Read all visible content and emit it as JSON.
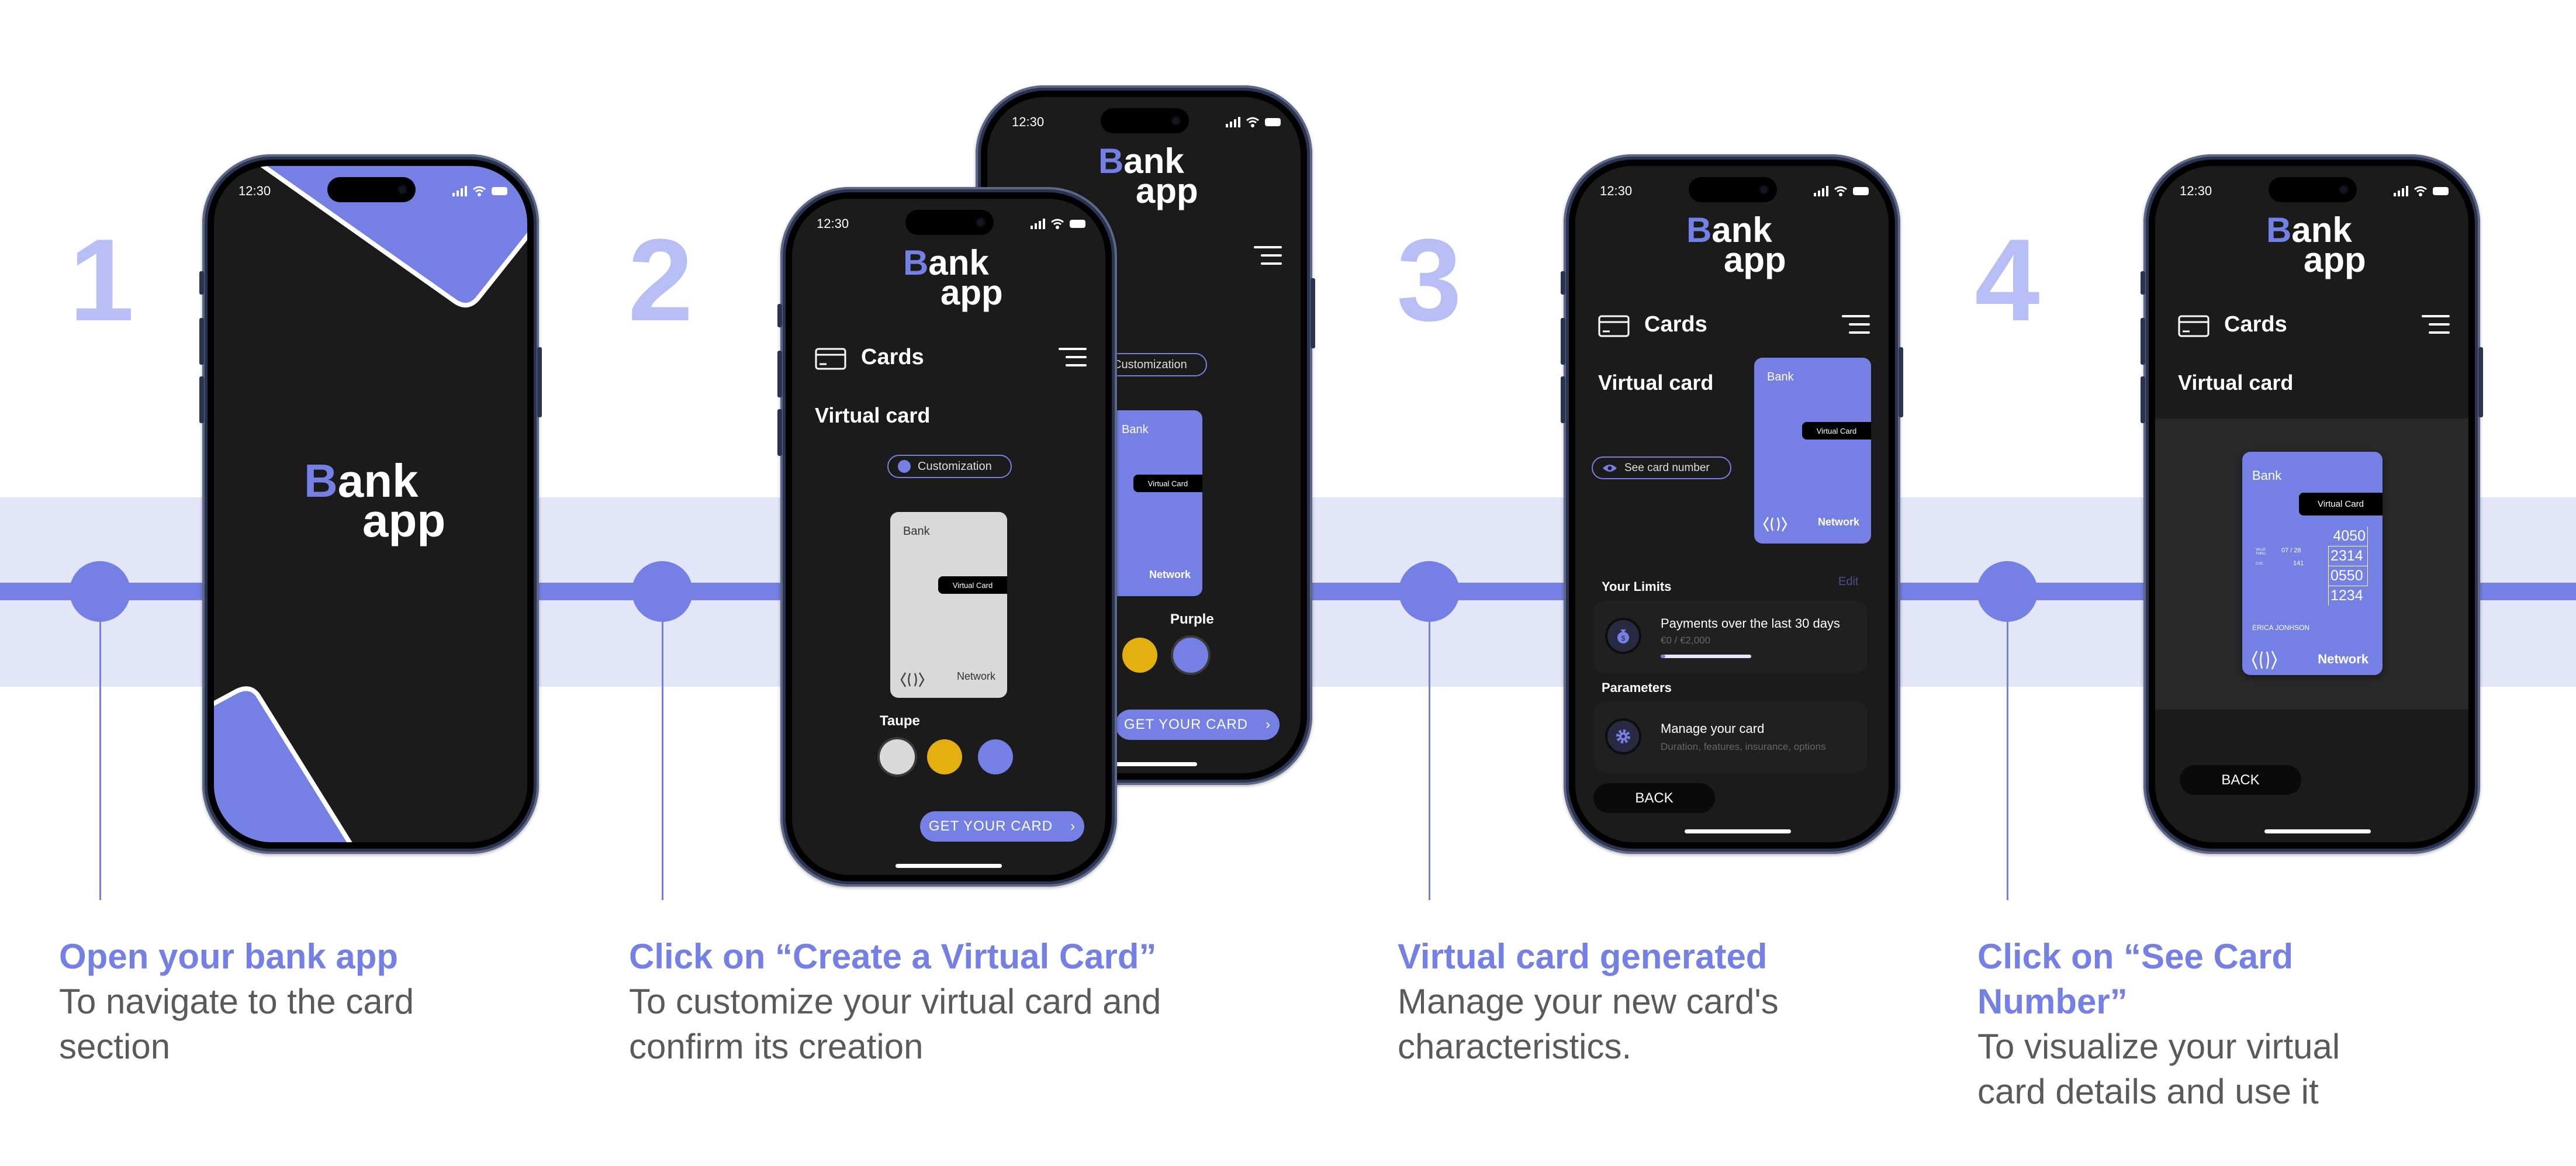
{
  "steps": [
    {
      "number": "1",
      "title": "Open your bank app",
      "description": "To navigate to the card section"
    },
    {
      "number": "2",
      "title": "Click on “Create a Virtual Card”",
      "description": "To customize your virtual card and confirm its creation"
    },
    {
      "number": "3",
      "title": "Virtual card generated",
      "description": "Manage your new card's characteristics."
    },
    {
      "number": "4",
      "title": "Click on “See Card Number”",
      "description": "To visualize your virtual card details and use it"
    }
  ],
  "colors": {
    "accent": "#7480e4",
    "band": "#e3e5f8",
    "screen": "#1b1b1b",
    "taupe": "#d9d9d9",
    "yellow": "#e3b010"
  },
  "phone": {
    "time": "12:30",
    "logo_b": "B",
    "logo_rest": "ank",
    "logo_app": "app",
    "icons": [
      "signal-icon",
      "wifi-icon",
      "battery-icon"
    ]
  },
  "cards": {
    "section": "Cards",
    "title": "Virtual card",
    "customization": "Customization",
    "card_bank": "Bank",
    "card_tag": "Virtual Card",
    "card_network": "Network",
    "cta": "GET YOUR CARD",
    "selected_front": "Taupe",
    "selected_back": "Purple"
  },
  "generated": {
    "see_number": "See card number",
    "limits_title": "Your Limits",
    "edit": "Edit",
    "payments_label": "Payments over the last 30 days",
    "payments_value": "€0 / €2,000",
    "payments_progress": 0.05,
    "parameters_title": "Parameters",
    "manage_label": "Manage your card",
    "manage_sub": "Duration, features, insurance, options",
    "back": "BACK"
  },
  "details": {
    "valid_label": "VALID THRU",
    "valid": "07 / 28",
    "cvc_label": "CVC",
    "cvc": "141",
    "number": [
      "4050",
      "2314",
      "0550",
      "1234"
    ],
    "holder": "ERICA JONHSON"
  }
}
